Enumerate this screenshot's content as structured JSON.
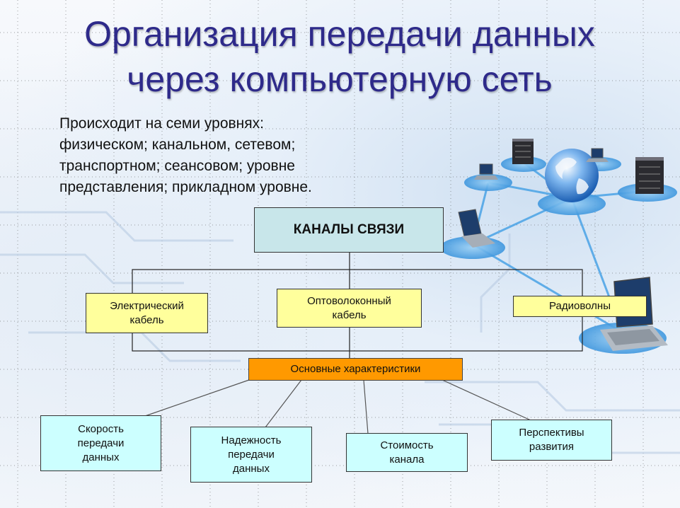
{
  "title": {
    "line1": "Организация передачи данных",
    "line2": "через компьютерную сеть"
  },
  "intro": {
    "lines": [
      "Происходит на семи уровнях:",
      "физическом; канальном, сетевом;",
      "транспортном; сеансовом; уровне",
      "представления; прикладном уровне."
    ]
  },
  "diagram": {
    "root": "КАНАЛЫ СВЯЗИ",
    "channels": {
      "electric": [
        "Электрический",
        "кабель"
      ],
      "fiber": [
        "Оптоволоконный",
        "кабель"
      ],
      "radio": [
        "Радиоволны"
      ]
    },
    "characteristics": "Основные характеристики",
    "items": {
      "speed": [
        "Скорость",
        "передачи",
        "данных"
      ],
      "reliability": [
        "Надежность",
        "передачи",
        "данных"
      ],
      "cost": [
        "Стоимость",
        "канала"
      ],
      "prospects": [
        "Перспективы",
        "развития"
      ]
    }
  },
  "colors": {
    "title": "#2e2a8a",
    "root_box": "#c8e6ea",
    "channel_box": "#ffff9c",
    "characteristics_box": "#ff9900",
    "item_box": "#ccffff"
  },
  "decor": {
    "illustration": "network-illustration",
    "icons": [
      "globe-icon",
      "server-icon",
      "laptop-icon"
    ]
  }
}
